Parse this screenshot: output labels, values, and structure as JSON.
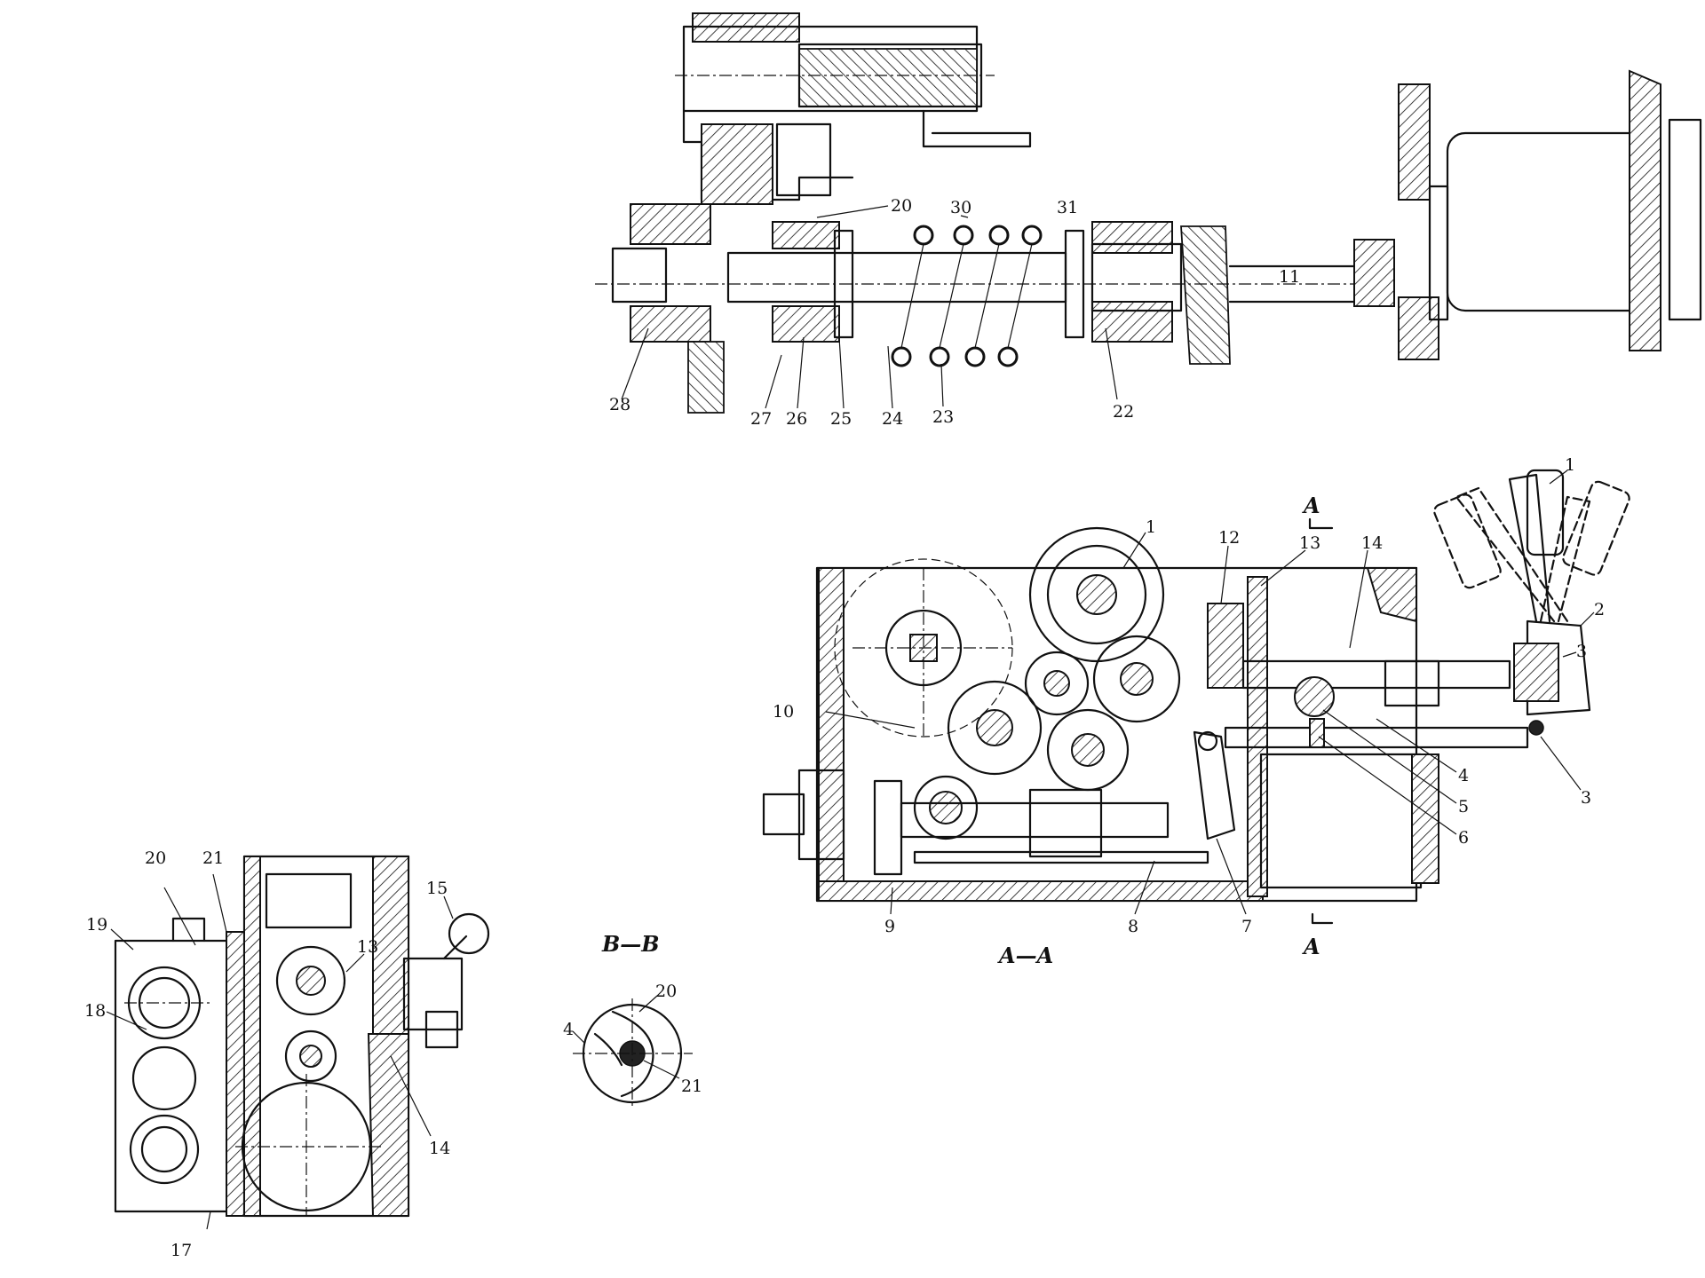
{
  "views": {
    "top": {
      "labels": [
        "20",
        "30",
        "31",
        "11",
        "28",
        "27",
        "26",
        "25",
        "24",
        "23",
        "22"
      ]
    },
    "section_aa": {
      "title": "A—A",
      "cut_letter_top": "A",
      "cut_letter_bottom": "A",
      "labels": [
        "1",
        "12",
        "13",
        "14",
        "1",
        "2",
        "3",
        "4",
        "5",
        "6",
        "3",
        "10",
        "9",
        "8",
        "7"
      ]
    },
    "left_view": {
      "labels": [
        "20",
        "21",
        "19",
        "15",
        "13",
        "18",
        "14",
        "17"
      ]
    },
    "section_bb": {
      "title": "B—B",
      "labels": [
        "20",
        "4",
        "21"
      ]
    }
  }
}
